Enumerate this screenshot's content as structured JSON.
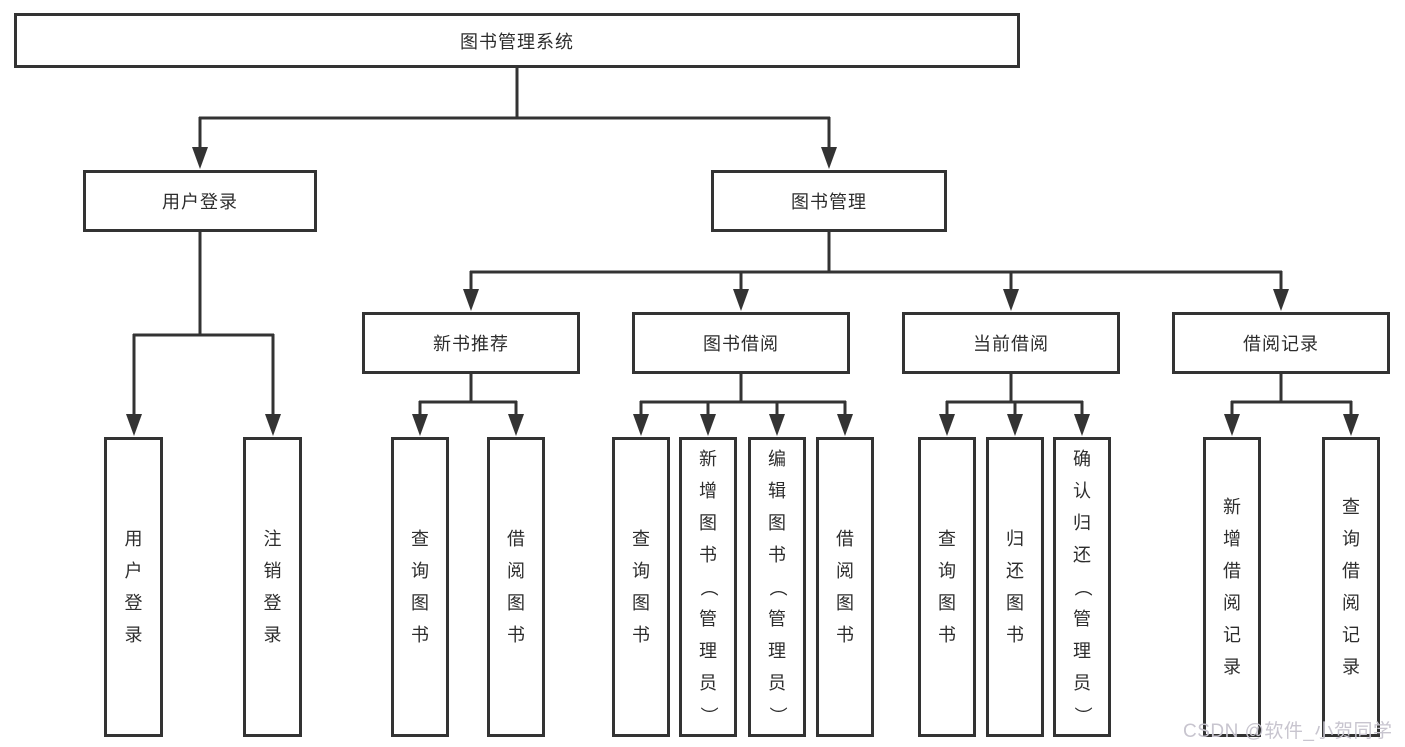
{
  "colors": {
    "line": "#333333",
    "box_border": "#333333",
    "text": "#2d2d2d",
    "background": "#ffffff",
    "watermark": "#c8c5cf"
  },
  "watermark": {
    "text": "CSDN @软件_小贺同学"
  },
  "diagram": {
    "type": "hierarchy-tree",
    "root": {
      "label": "图书管理系统"
    },
    "level2": [
      {
        "id": "user-login",
        "label": "用户登录"
      },
      {
        "id": "book-management",
        "label": "图书管理"
      }
    ],
    "level3": [
      {
        "id": "new-book-recommend",
        "label": "新书推荐"
      },
      {
        "id": "book-borrow",
        "label": "图书借阅"
      },
      {
        "id": "current-borrow",
        "label": "当前借阅"
      },
      {
        "id": "borrow-records",
        "label": "借阅记录"
      }
    ],
    "leaves": {
      "user_login": [
        {
          "label": "用户登录"
        },
        {
          "label": "注销登录"
        }
      ],
      "new_book_recommend": [
        {
          "label": "查询图书"
        },
        {
          "label": "借阅图书"
        }
      ],
      "book_borrow": [
        {
          "label": "查询图书"
        },
        {
          "label": "新增图书（管理员）"
        },
        {
          "label": "编辑图书（管理员）"
        },
        {
          "label": "借阅图书"
        }
      ],
      "current_borrow": [
        {
          "label": "查询图书"
        },
        {
          "label": "归还图书"
        },
        {
          "label": "确认归还（管理员）"
        }
      ],
      "borrow_records": [
        {
          "label": "新增借阅记录"
        },
        {
          "label": "查询借阅记录"
        }
      ]
    }
  }
}
